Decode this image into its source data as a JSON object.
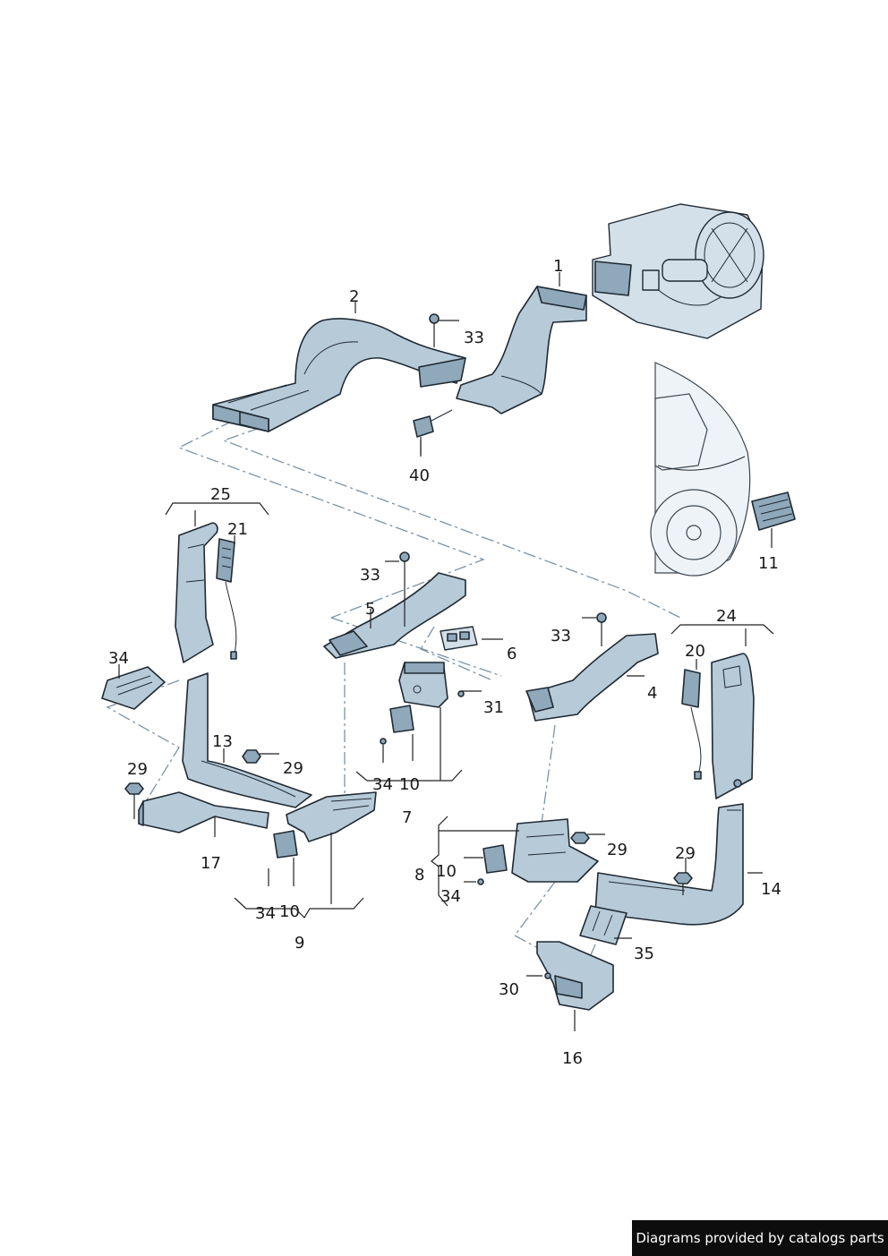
{
  "labels": {
    "l1": "1",
    "l2": "2",
    "l33a": "33",
    "l40": "40",
    "l11": "11",
    "l25": "25",
    "l21": "21",
    "l34a": "34",
    "l13": "13",
    "l29a": "29",
    "l29b": "29",
    "l17": "17",
    "l33b": "33",
    "l5": "5",
    "l6": "6",
    "l31": "31",
    "l34b": "34",
    "l10a": "10",
    "l7": "7",
    "l34c": "34",
    "l10b": "10",
    "l9": "9",
    "l33c": "33",
    "l4": "4",
    "l24": "24",
    "l20": "20",
    "l29c": "29",
    "l8": "8",
    "l10c": "10",
    "l34d": "34",
    "l29d": "29",
    "l14": "14",
    "l35": "35",
    "l30": "30",
    "l16": "16"
  },
  "footer": {
    "credit": "Diagrams provided by catalogs parts"
  },
  "colors": {
    "part_fill": "#b7cad8",
    "outline": "#1f2a33",
    "footer_bg": "#0d0d0d"
  }
}
